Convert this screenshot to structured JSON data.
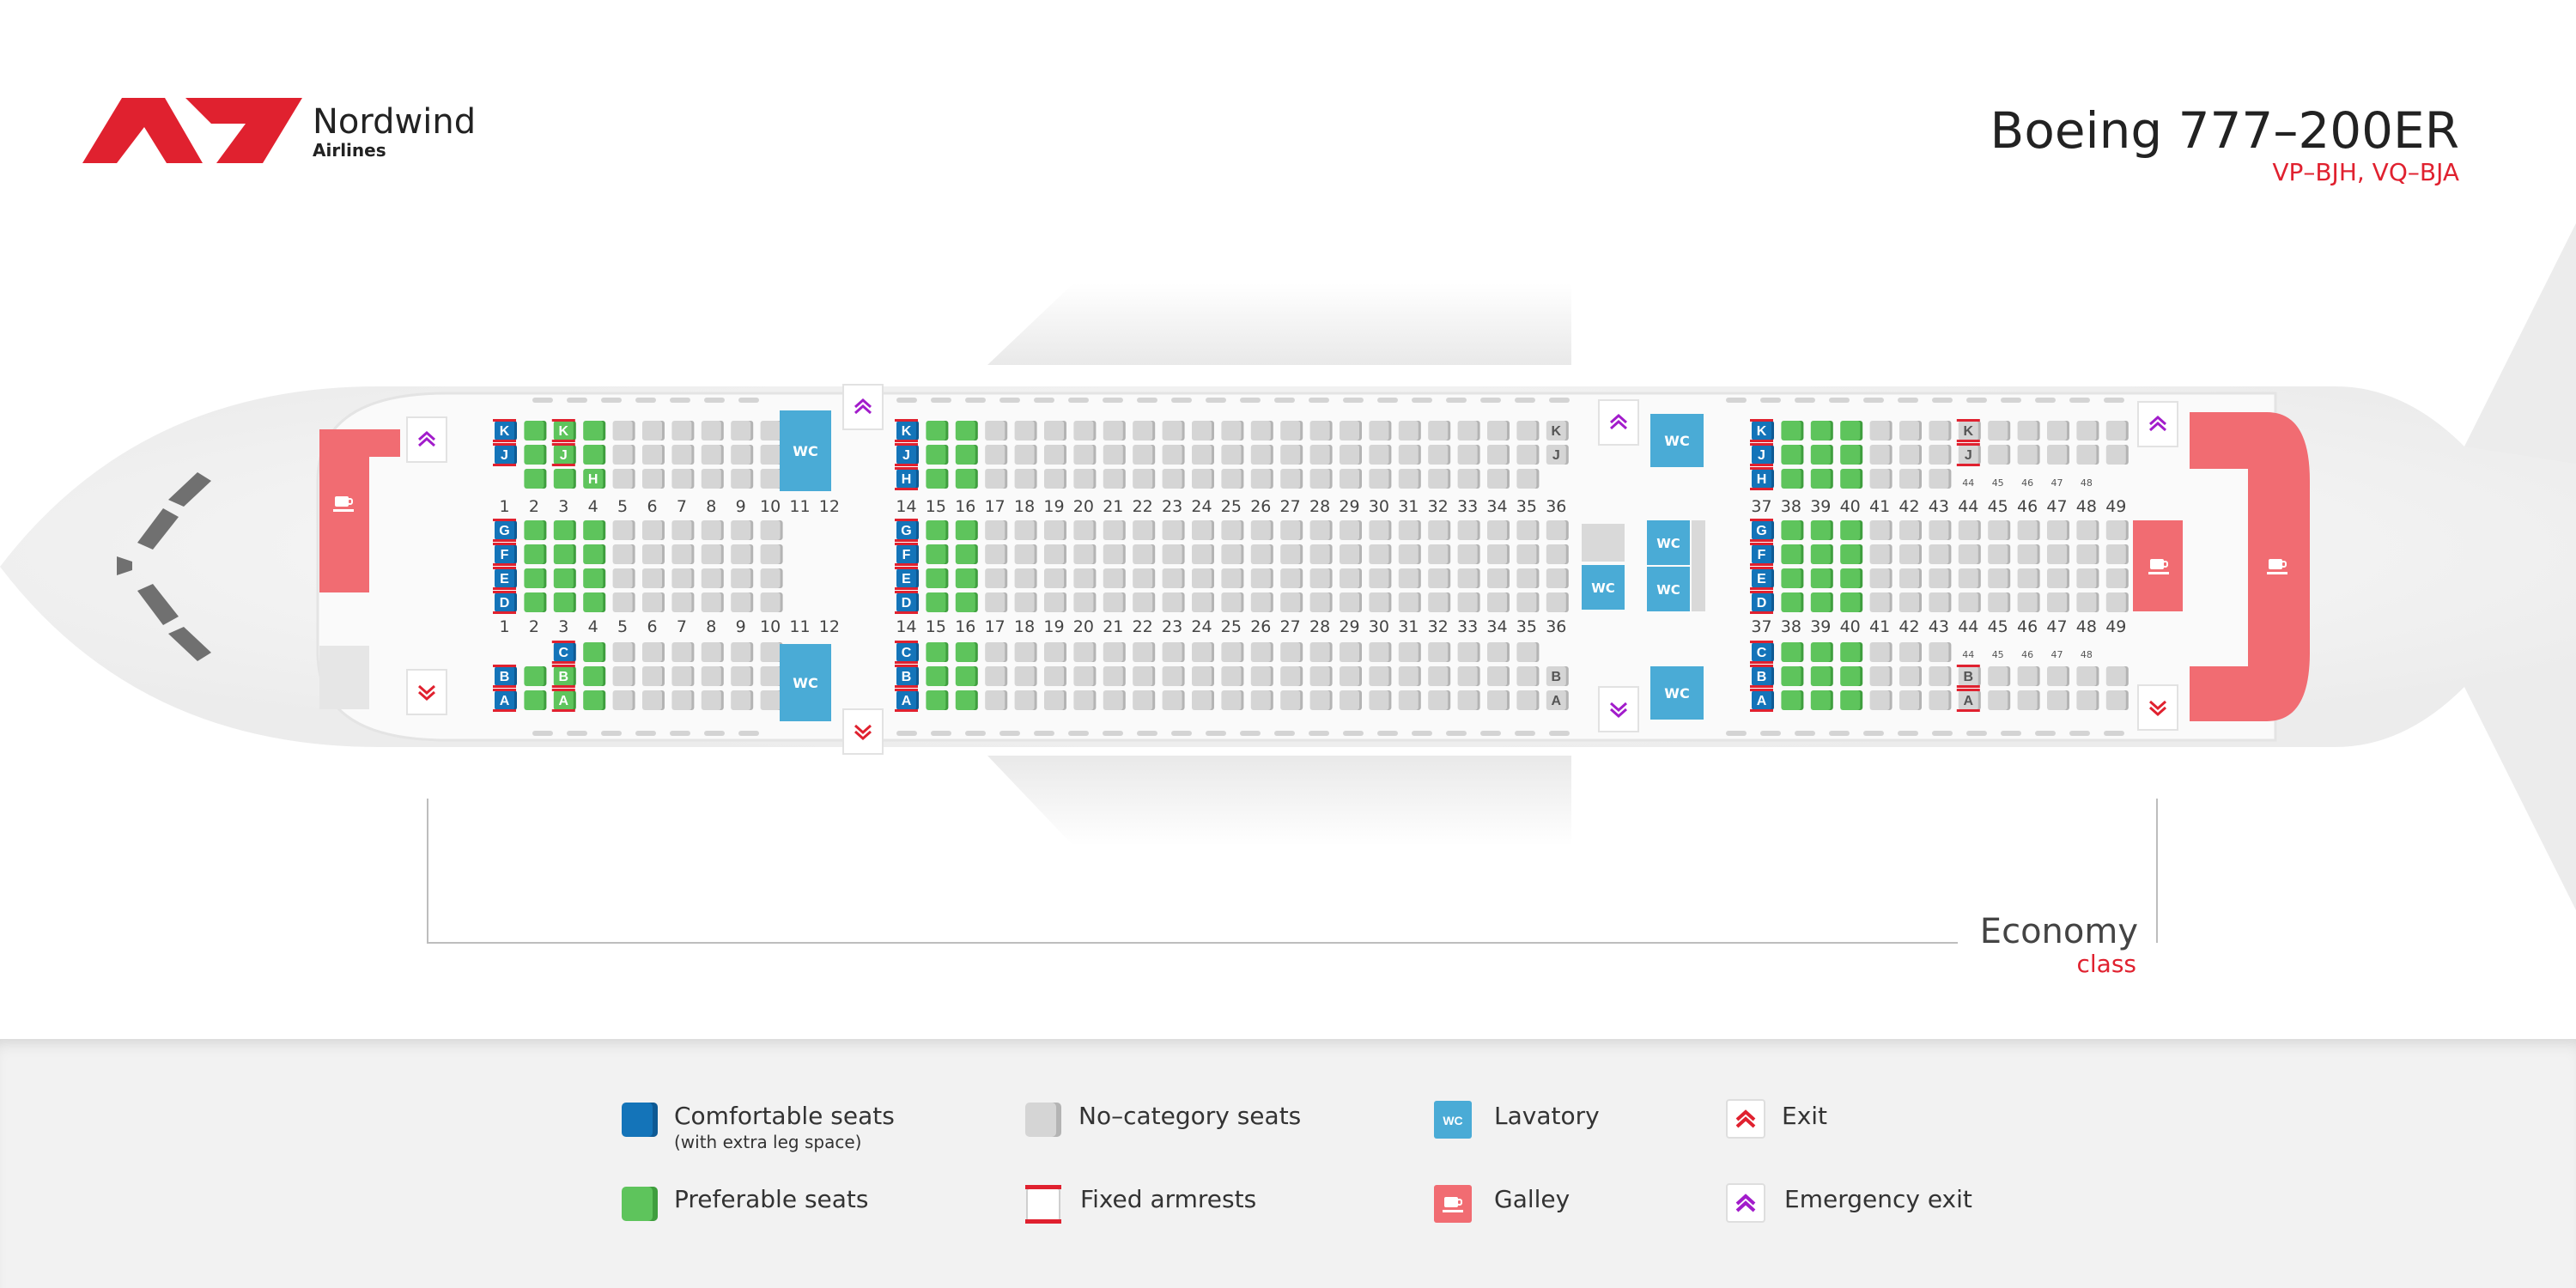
{
  "brand": {
    "name": "Nordwind",
    "sub": "Airlines"
  },
  "aircraft": {
    "title": "Boeing 777–200ER",
    "regs": "VP–BJH, VQ–BJA"
  },
  "cabin": {
    "class_name": "Economy",
    "class_sub": "class"
  },
  "row_labels": [
    "1",
    "2",
    "3",
    "4",
    "5",
    "6",
    "7",
    "8",
    "9",
    "10",
    "11",
    "12",
    "14",
    "15",
    "16",
    "17",
    "18",
    "19",
    "20",
    "21",
    "22",
    "23",
    "24",
    "25",
    "26",
    "27",
    "28",
    "29",
    "30",
    "31",
    "32",
    "33",
    "34",
    "35",
    "36",
    "37",
    "38",
    "39",
    "40",
    "41",
    "42",
    "43",
    "44",
    "45",
    "46",
    "47",
    "48",
    "49"
  ],
  "small_row_labels": [
    "44",
    "45",
    "46",
    "47",
    "48"
  ],
  "lavatory_label": "WC",
  "seat_letters_top": [
    "K",
    "J",
    "H"
  ],
  "seat_letters_mid": [
    "G",
    "F",
    "E",
    "D"
  ],
  "seat_letters_bot": [
    "C",
    "B",
    "A"
  ],
  "colors": {
    "comfortable": "#1474b9",
    "preferable": "#5ec45c",
    "nocategory": "#d5d5d5",
    "lavatory": "#4aabd6",
    "galley": "#f16c72",
    "exit": "#e0212f",
    "emergency": "#a21ccb"
  },
  "legend": {
    "comfortable": "Comfortable seats",
    "comfortable_sub": "(with extra leg space)",
    "preferable": "Preferable seats",
    "nocategory": "No–category seats",
    "fixed": "Fixed armrests",
    "lavatory": "Lavatory",
    "lavatory_icon": "WC",
    "galley": "Galley",
    "exit": "Exit",
    "emergency": "Emergency exit"
  }
}
